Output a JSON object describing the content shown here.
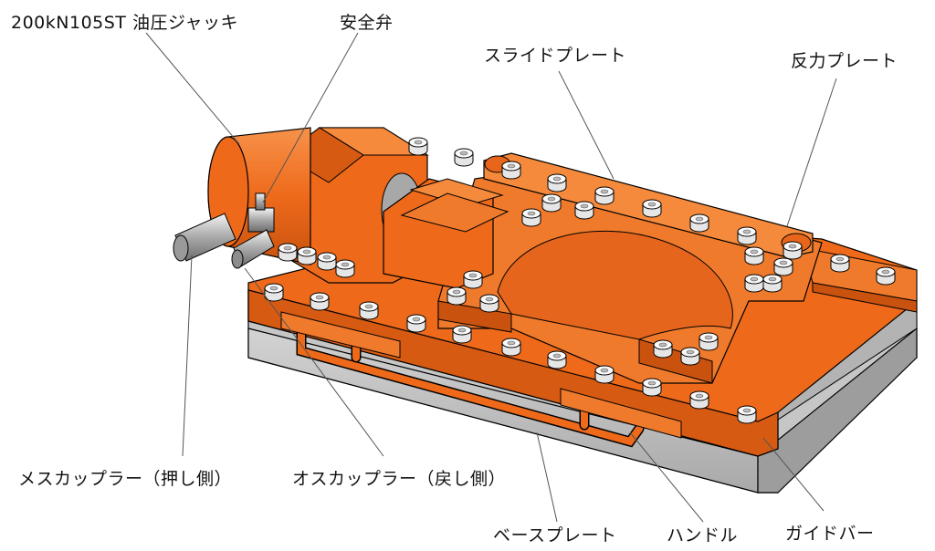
{
  "labels": {
    "jack": "200kN105ST 油圧ジャッキ",
    "safety_valve": "安全弁",
    "slide_plate": "スライドプレート",
    "reaction_plate": "反力プレート",
    "female_coupler": "メスカップラー（押し側）",
    "male_coupler": "オスカップラー（戻し側）",
    "base_plate": "ベースプレート",
    "handle": "ハンドル",
    "guide_bar": "ガイドバー"
  },
  "colors": {
    "orange": "#ef6a1a",
    "orange_dark": "#c9520f",
    "orange_light": "#f58a3c",
    "gray": "#b9b9b9",
    "gray_dark": "#8f8f8f",
    "bolt": "#f2f2f2",
    "line": "#000000"
  }
}
